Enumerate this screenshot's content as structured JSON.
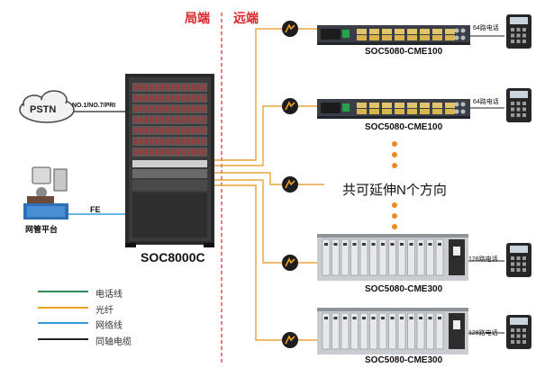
{
  "regions": {
    "local": "局端",
    "remote": "远端"
  },
  "central": {
    "name": "SOC8000C"
  },
  "pstn": {
    "name": "PSTN",
    "link": "NO.1/NO.7/PRI"
  },
  "nms": {
    "name": "网管平台",
    "link": "FE"
  },
  "remotes": [
    {
      "model": "SOC5080-CME100",
      "phones": "64路电话"
    },
    {
      "model": "SOC5080-CME100",
      "phones": "64路电话"
    },
    {
      "model": "SOC5080-CME300",
      "phones": "128路电话"
    },
    {
      "model": "SOC5080-CME300",
      "phones": "128路电话"
    }
  ],
  "extension_note": "共可延伸N个方向",
  "legend": [
    {
      "label": "电话线",
      "color": "#2e8b57"
    },
    {
      "label": "光纤",
      "color": "#f0a020"
    },
    {
      "label": "网络线",
      "color": "#3a9ad9"
    },
    {
      "label": "同轴电缆",
      "color": "#222222"
    }
  ],
  "colors": {
    "accent": "#d8262a",
    "fiber": "#e8a33a",
    "dots": "#f08a1c"
  }
}
